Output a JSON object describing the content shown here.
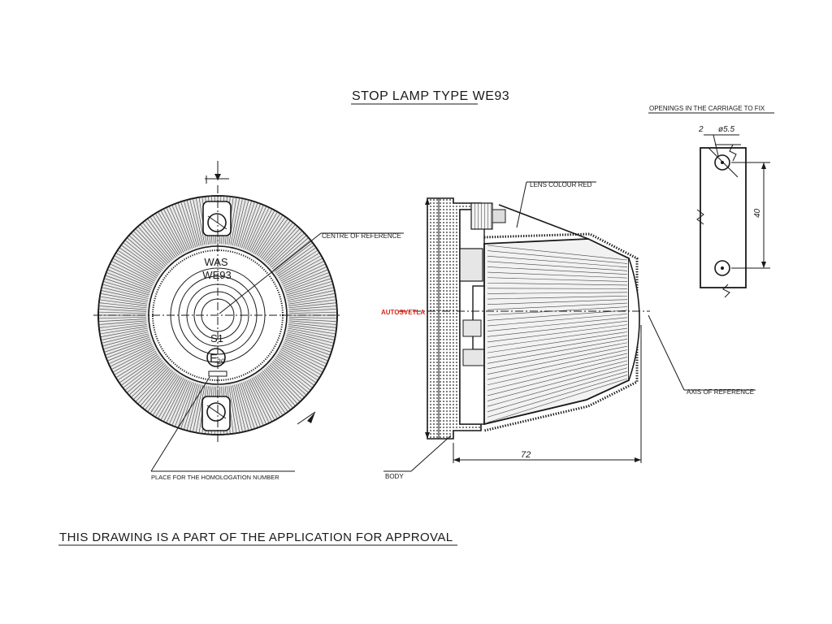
{
  "title": "STOP LAMP TYPE WE93",
  "front_view": {
    "marking_line1": "WAS",
    "marking_line2": "WE93",
    "marking_s1": "S1",
    "marking_e_letter": "E",
    "marking_e_number": "20"
  },
  "labels": {
    "centre_of_reference": "CENTRE OF REFERENCE",
    "homologation": "PLACE FOR THE HOMOLOGATION NUMBER",
    "lens_colour": "LENS COLOUR RED",
    "axis_of_reference": "AXIS OF REFERENCE",
    "body": "BODY",
    "openings": "OPENINGS IN THE CARRIAGE TO FIX"
  },
  "dimensions": {
    "length": "72",
    "hole_spacing": "40",
    "hole_offset": "2",
    "hole_diameter": "ø5.5"
  },
  "watermark": "AUTOSVETLA",
  "footer": "THIS DRAWING IS A PART OF THE APPLICATION FOR APPROVAL"
}
